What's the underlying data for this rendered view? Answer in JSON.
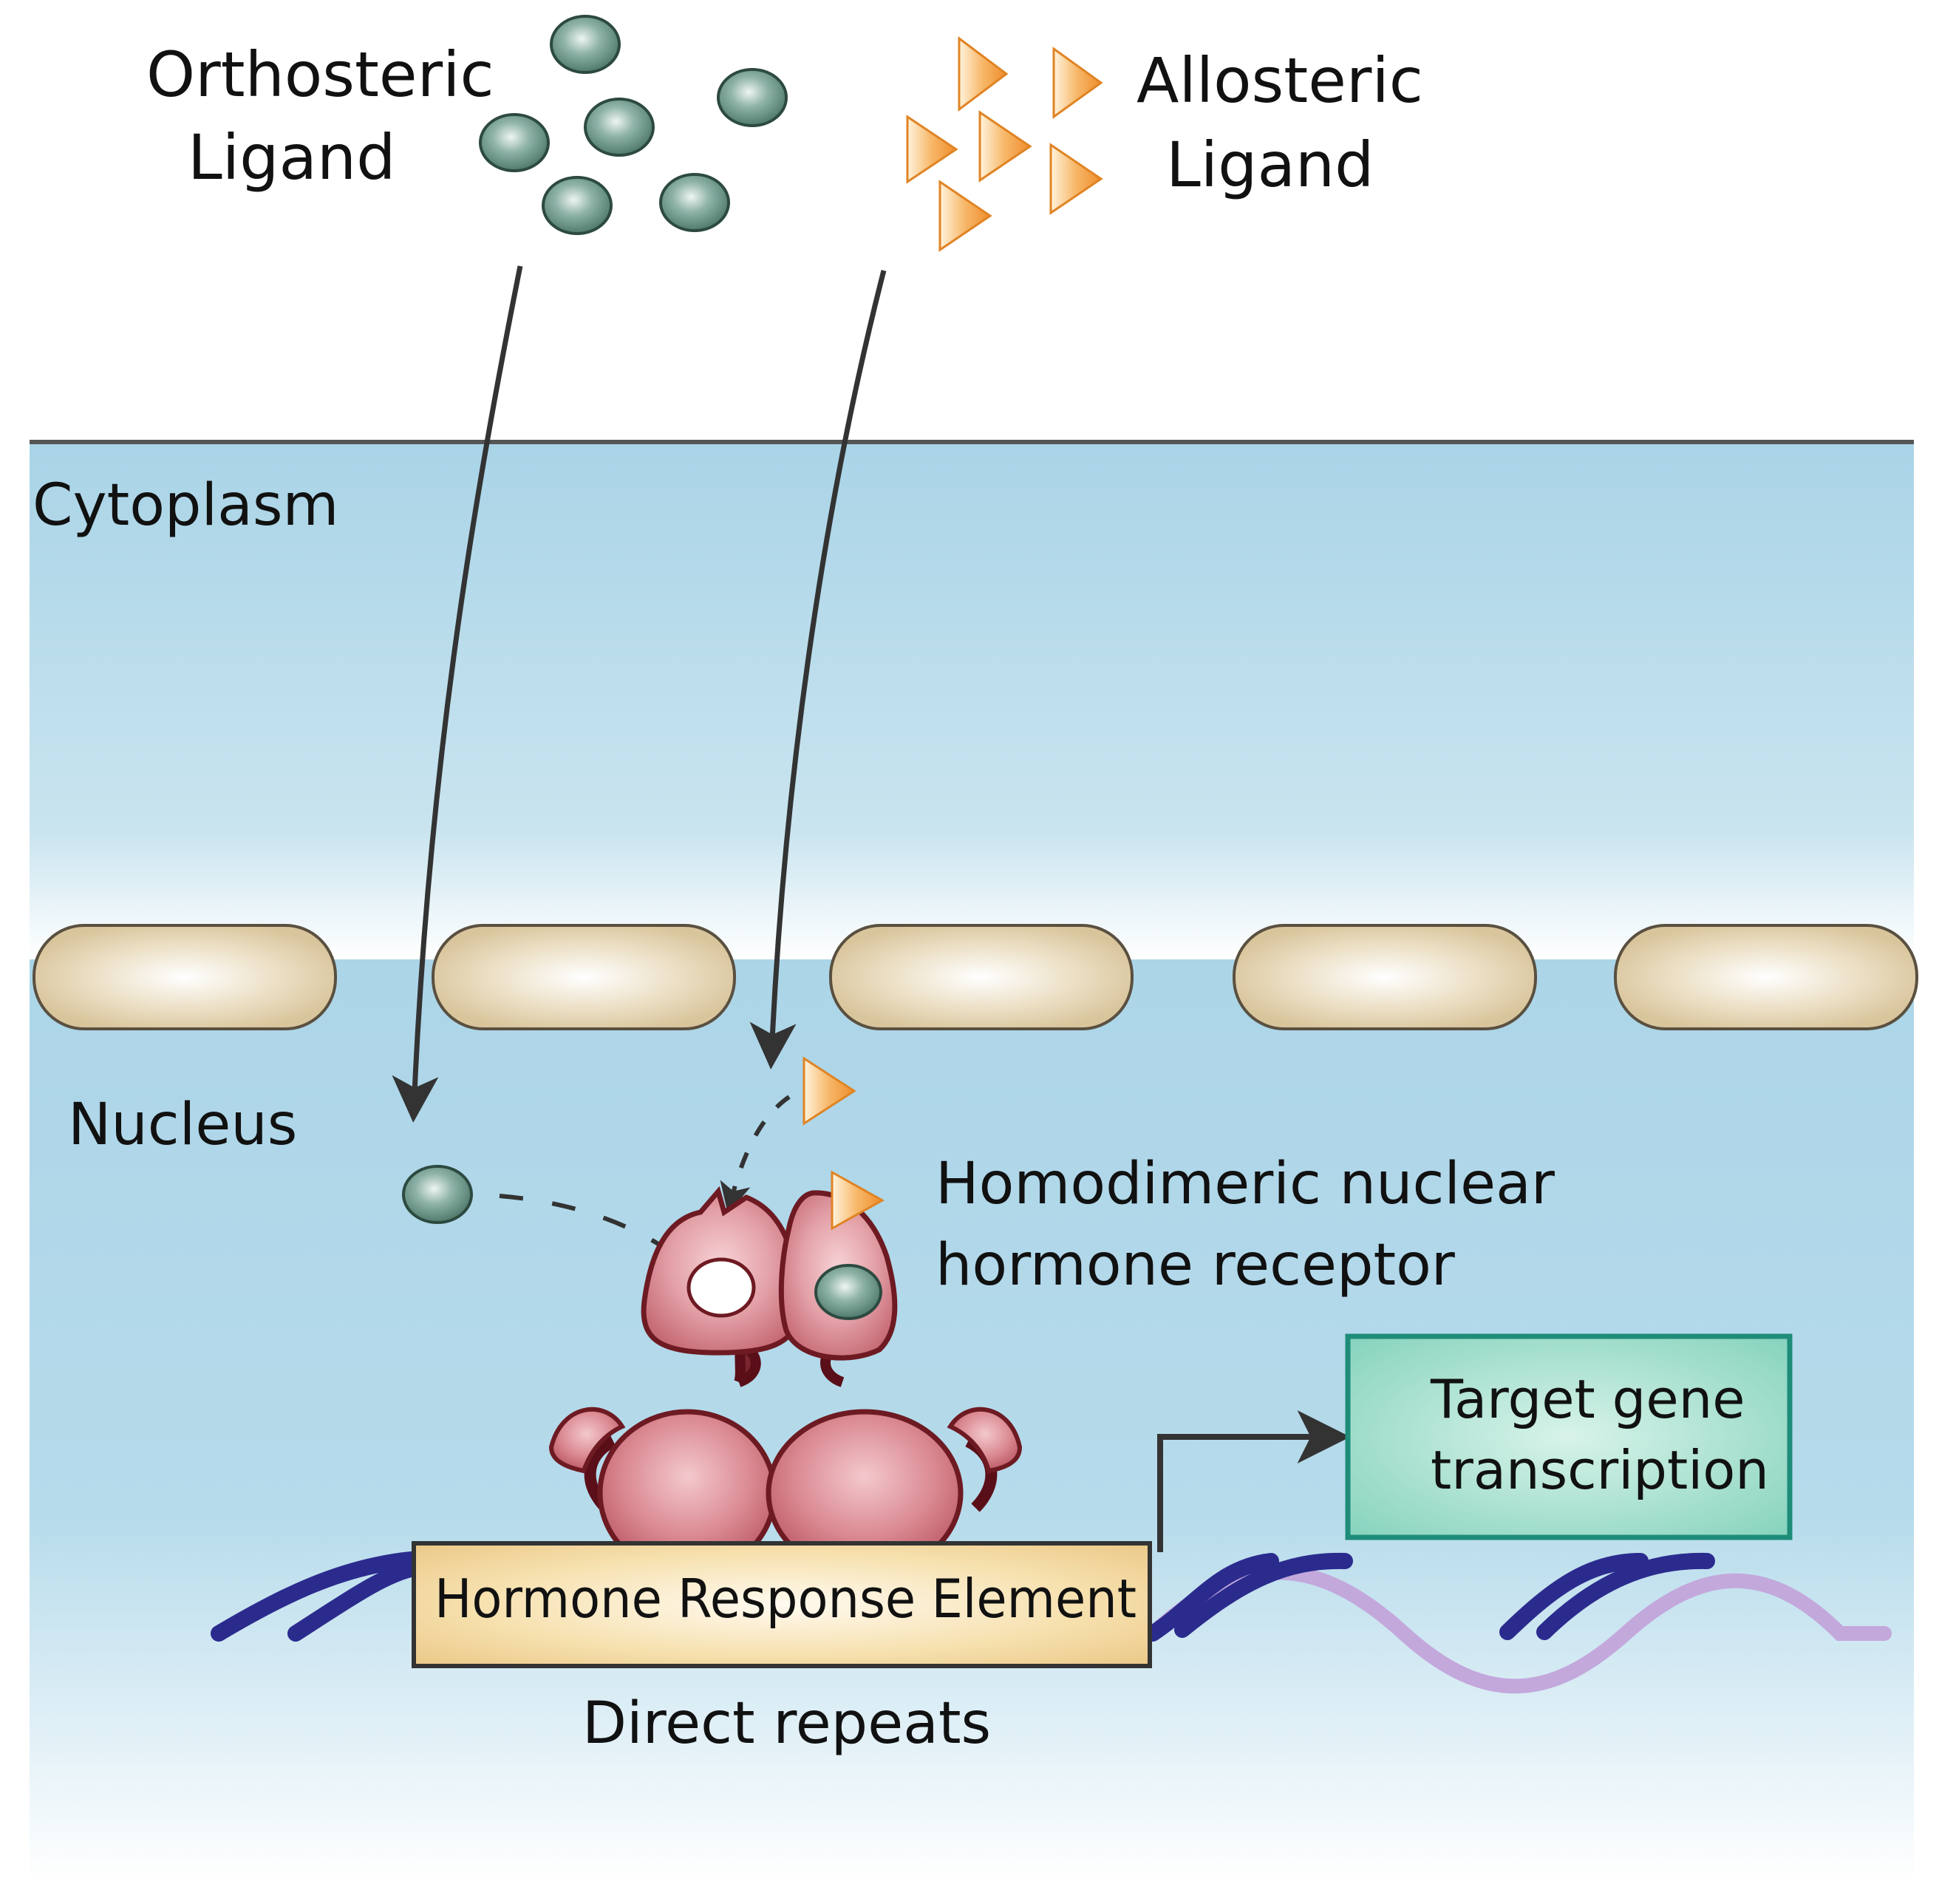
{
  "labels": {
    "orthosteric_line1": "Orthosteric",
    "orthosteric_line2": "Ligand",
    "allosteric_line1": "Allosteric",
    "allosteric_line2": "Ligand",
    "cytoplasm": "Cytoplasm",
    "nucleus": "Nucleus",
    "receptor_line1": "Homodimeric nuclear",
    "receptor_line2": "hormone receptor",
    "target_line1": "Target gene",
    "target_line2": "transcription",
    "hre": "Hormone Response Element",
    "direct_repeats": "Direct repeats"
  },
  "colors": {
    "cytoplasm_blue": "#a9d3e6",
    "nucleus_blue": "#afd6e8",
    "pore_fill": "#e6d6b8",
    "orthosteric_ligand": "#6d9a8c",
    "allosteric_ligand": "#f2a04a",
    "receptor": "#d8808a",
    "receptor_outline": "#6e1a22",
    "target_box": "#7fcfb8",
    "target_border": "#1e8c78",
    "hre_box": "#f5dca0",
    "dna_dark": "#2a2a8c",
    "dna_light": "#b8a0d8"
  },
  "icons": [
    "orthosteric-ligand-icon",
    "allosteric-ligand-icon",
    "nuclear-pore-icon",
    "receptor-icon",
    "dna-helix-icon",
    "arrow-icon"
  ]
}
